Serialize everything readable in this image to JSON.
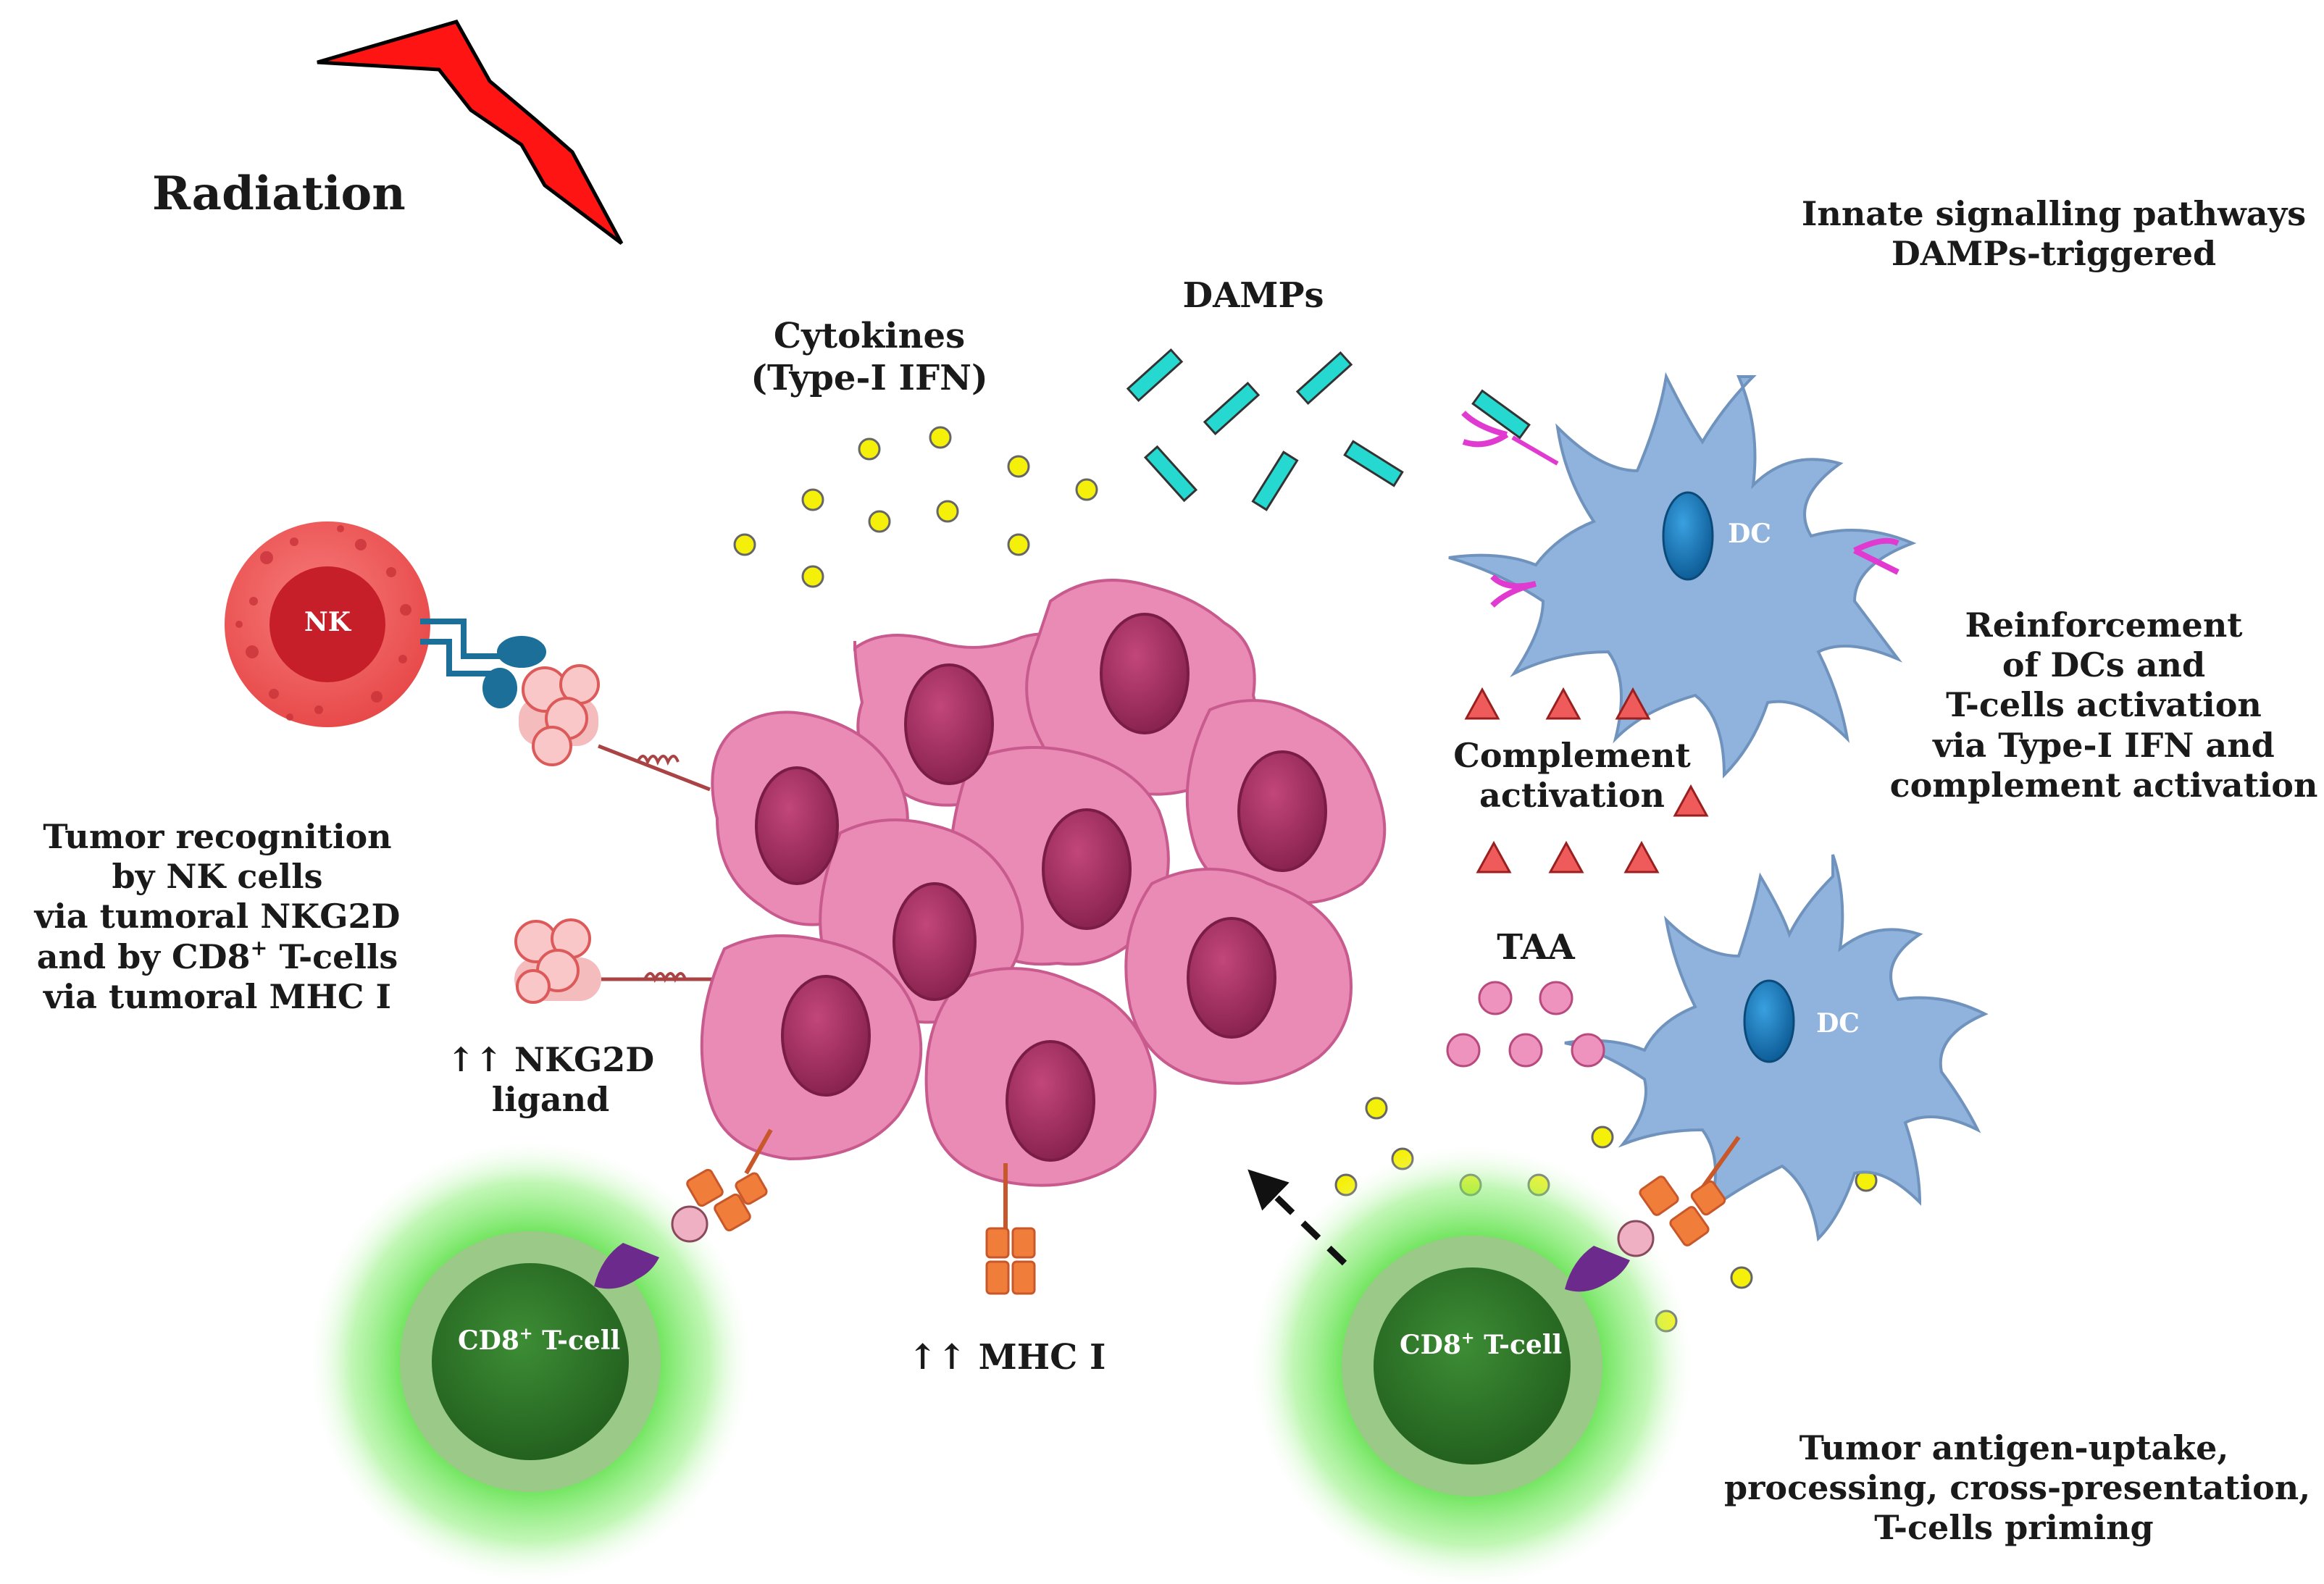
{
  "labels": {
    "radiation": "Radiation",
    "innate_line1": "Innate signalling pathways",
    "innate_line2": "DAMPs-triggered",
    "cytokines_line1": "Cytokines",
    "cytokines_line2": "(Type-I IFN)",
    "damps": "DAMPs",
    "reinforcement_line1": "Reinforcement",
    "reinforcement_line2": "of DCs and",
    "reinforcement_line3": "T-cells activation",
    "reinforcement_line4": "via Type-I IFN and",
    "reinforcement_line5": "complement activation",
    "complement_line1": "Complement",
    "complement_line2": "activation",
    "taa": "TAA",
    "tumor_recognition_line1": "Tumor recognition",
    "tumor_recognition_line2": "by NK cells",
    "tumor_recognition_line3": "via tumoral NKG2D",
    "tumor_recognition_line4a": "and by CD8",
    "tumor_recognition_line4_sup": "+",
    "tumor_recognition_line4b": " T-cells",
    "tumor_recognition_line5": "via tumoral MHC I",
    "nkg2d_line1": "↑↑ NKG2D",
    "nkg2d_line2": "ligand",
    "mhc": "↑↑ MHC I",
    "antigen_line1": "Tumor antigen-uptake,",
    "antigen_line2": "processing, cross-presentation,",
    "antigen_line3": "T-cells priming"
  },
  "cells": {
    "nk_label": "NK",
    "dc_label": "DC",
    "tcell_label_a": "CD8",
    "tcell_label_sup": "+",
    "tcell_label_b": "T-cell"
  },
  "colors": {
    "tumor_cell": "#e98bb5",
    "tumor_outline": "#c85a8e",
    "tumor_nucleus": "#a8305e",
    "nk_cell": "#ef5a5a",
    "dc_cell": "#8fb3dd",
    "dc_nucleus": "#1f7fc2",
    "tcell_inner": "#2f7a2a",
    "tcell_glow": "#5ee04a",
    "cytokine": "#f5f00a",
    "damp": "#25d9d0",
    "complement": "#ef5a5a",
    "taa": "#ee93bd",
    "mhc_receptor": "#f07d3a",
    "tcr": "#6b2a8c",
    "radiation_bolt": "#ff1010",
    "nkg2d_receptor": "#1b6f98"
  },
  "icons": [
    "radiation-bolt-icon",
    "nk-cell-icon",
    "dendritic-cell-icon",
    "cd8-t-cell-icon",
    "tumor-cell-icon",
    "damp-icon",
    "cytokine-icon",
    "complement-icon",
    "taa-icon",
    "mhc-receptor-icon",
    "nkg2d-ligand-icon",
    "arrow-icon"
  ]
}
